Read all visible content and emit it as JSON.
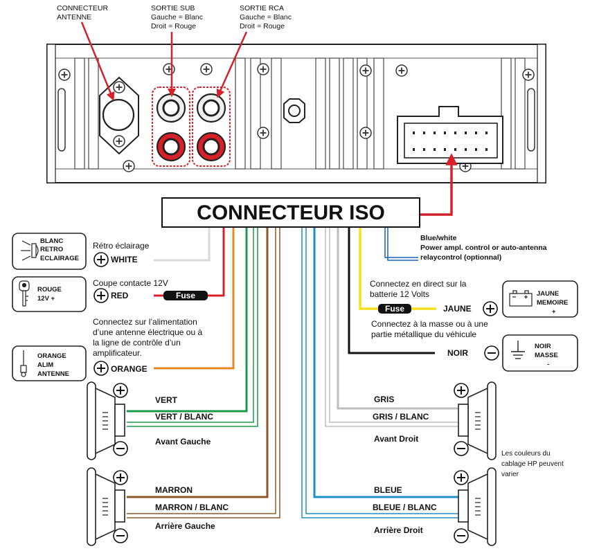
{
  "top_labels": {
    "antenna": [
      "CONNECTEUR",
      "ANTENNE"
    ],
    "sub": [
      "SORTIE SUB",
      "Gauche = Blanc",
      "Droit = Rouge"
    ],
    "rca": [
      "SORTIE RCA",
      "Gauche = Blanc",
      "Droit = Rouge"
    ]
  },
  "iso_title": "CONNECTEUR ISO",
  "colors": {
    "white_wire": "#d9d9d9",
    "red": "#d6202a",
    "orange": "#e58a22",
    "green": "#199a4a",
    "brown": "#8a5a2b",
    "blue": "#1d8fc4",
    "grey": "#bdbdbd",
    "yellow": "#f5e21b",
    "black": "#111111",
    "navy": "#1c5fb8"
  },
  "left_boxes": {
    "blanc": [
      "BLANC",
      "RETRO",
      "ECLAIRAGE"
    ],
    "rouge": [
      "ROUGE",
      "12V +"
    ],
    "orange": [
      "ORANGE",
      "ALIM",
      "ANTENNE"
    ]
  },
  "left_wires": {
    "retro_desc": "Rétro éclairage",
    "white_label": "WHITE",
    "coupe_desc": "Coupe contacte 12V",
    "red_label": "RED",
    "fuse": "Fuse",
    "orange_desc": [
      "Connectez sur l’alimentation",
      "d’une antenne électrique ou à",
      "la ligne de contrôle d’un",
      "amplificateur."
    ],
    "orange_label": "ORANGE"
  },
  "right_wires": {
    "blue_white_desc": [
      "Blue/white",
      "Power ampl. control or auto-antenna",
      "relaycontrol (optionnal)"
    ],
    "yellow_desc": [
      "Connectez en direct sur la",
      "batterie 12 Volts"
    ],
    "yellow_label": "JAUNE",
    "fuse": "Fuse",
    "black_desc": [
      "Connectez à la masse ou à une",
      "partie métallique du véhicule"
    ],
    "black_label": "NOIR"
  },
  "right_boxes": {
    "jaune": [
      "JAUNE",
      "MEMOIRE",
      "+"
    ],
    "noir": [
      "NOIR",
      "MASSE",
      "-"
    ]
  },
  "speakers": {
    "front_left": {
      "wire1": "VERT",
      "wire2": "VERT / BLANC",
      "name": "Avant Gauche"
    },
    "rear_left": {
      "wire1": "MARRON",
      "wire2": "MARRON / BLANC",
      "name": "Arrière Gauche"
    },
    "front_right": {
      "wire1": "GRIS",
      "wire2": "GRIS / BLANC",
      "name": "Avant Droit"
    },
    "rear_right": {
      "wire1": "BLEUE",
      "wire2": "BLEUE / BLANC",
      "name": "Arrière Droit"
    }
  },
  "note": [
    "Les couleurs du",
    "cablage HP peuvent",
    "varier"
  ]
}
